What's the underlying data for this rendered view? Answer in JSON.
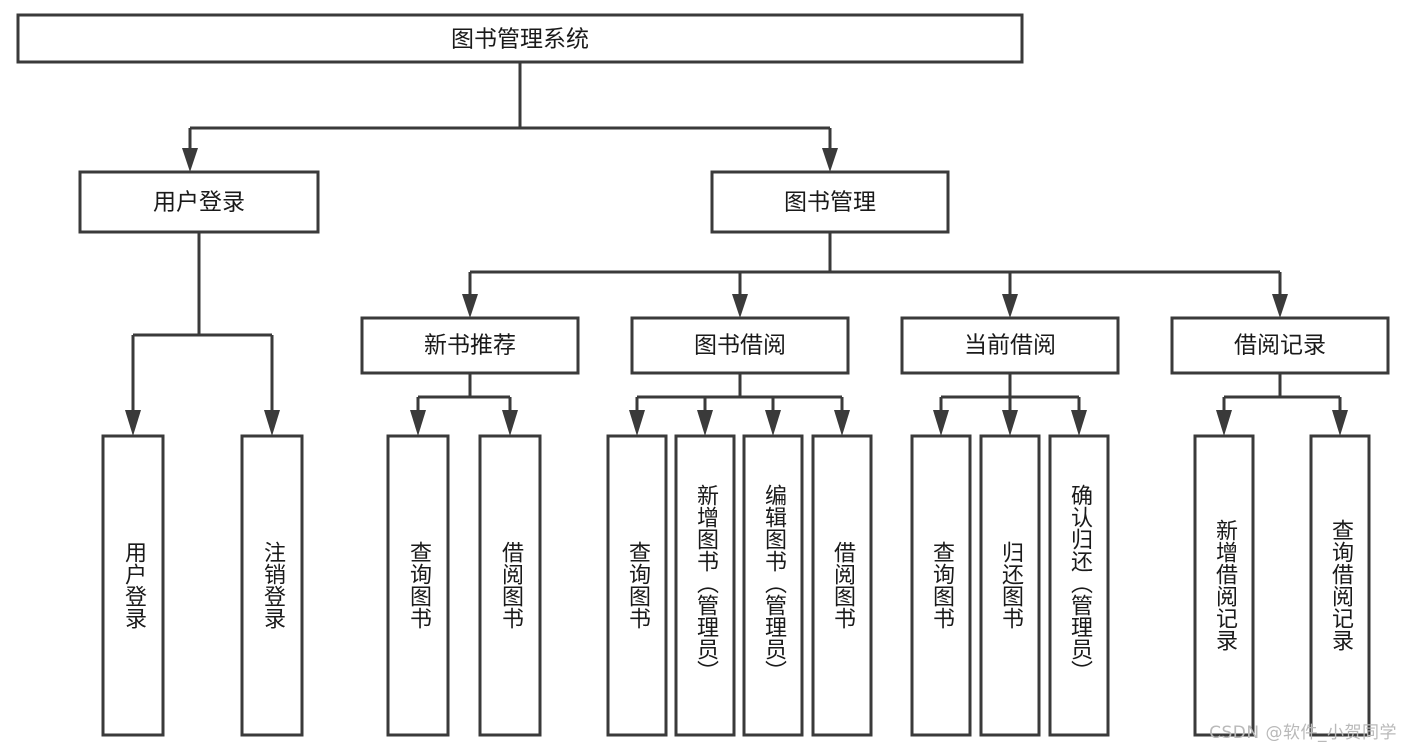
{
  "diagram": {
    "title": "图书管理系统",
    "type": "tree",
    "colors": {
      "box_fill": "#ffffff",
      "box_stroke": "#3a3a3a",
      "line": "#3a3a3a",
      "text": "#1a1a1a",
      "watermark": "#b9b9b9"
    },
    "root": {
      "label": "图书管理系统"
    },
    "level2": [
      {
        "label": "用户登录"
      },
      {
        "label": "图书管理"
      }
    ],
    "level3": [
      {
        "label": "新书推荐"
      },
      {
        "label": "图书借阅"
      },
      {
        "label": "当前借阅"
      },
      {
        "label": "借阅记录"
      }
    ],
    "leaves": {
      "user_login": [
        {
          "label": "用户登录"
        },
        {
          "label": "注销登录"
        }
      ],
      "new_book_recommend": [
        {
          "label": "查询图书"
        },
        {
          "label": "借阅图书"
        }
      ],
      "book_borrow": [
        {
          "label": "查询图书"
        },
        {
          "label": "新增图书（管理员）"
        },
        {
          "label": "编辑图书（管理员）"
        },
        {
          "label": "借阅图书"
        }
      ],
      "current_borrow": [
        {
          "label": "查询图书"
        },
        {
          "label": "归还图书"
        },
        {
          "label": "确认归还（管理员）"
        }
      ],
      "borrow_record": [
        {
          "label": "新增借阅记录"
        },
        {
          "label": "查询借阅记录"
        }
      ]
    },
    "watermark": "CSDN @软件_小贺同学"
  }
}
